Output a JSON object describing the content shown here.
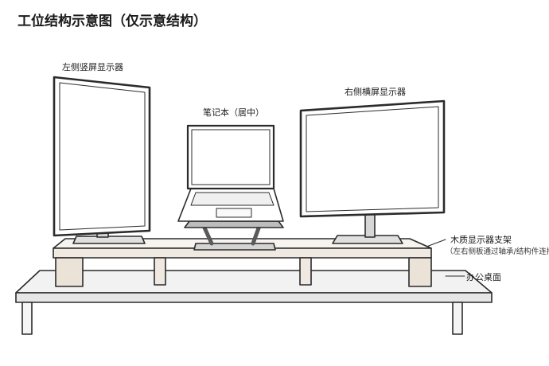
{
  "title": "工位结构示意图（仅示意结构）",
  "labels": {
    "left_monitor": "左侧竖屏显示器",
    "laptop": "笔记本（居中）",
    "right_monitor": "右侧横屏显示器",
    "stand": "木质显示器支架",
    "stand_note": "（左右侧板通过轴承/结构件连接）",
    "desk": "办公桌面"
  },
  "colors": {
    "line": "#2b2b2b",
    "wood_front": "#efe9e1",
    "wood_top": "#f7f3ee",
    "desk_top": "#f2f2f2",
    "metal": "#bdbdbd"
  }
}
